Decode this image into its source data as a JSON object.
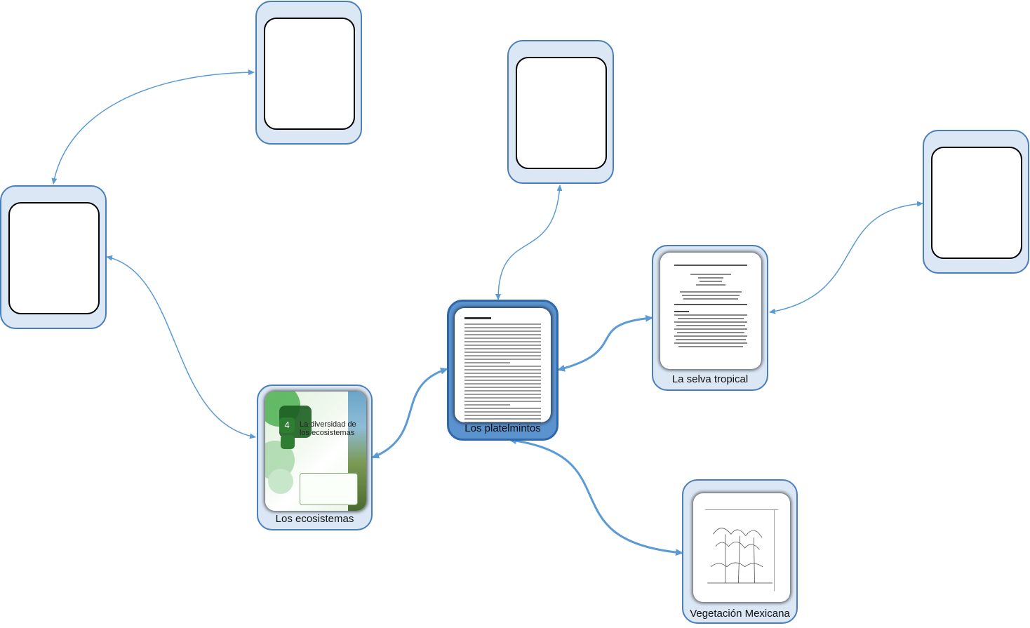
{
  "nodes": {
    "top_center_left": {
      "caption": ""
    },
    "top_center": {
      "caption": ""
    },
    "left": {
      "caption": ""
    },
    "right": {
      "caption": ""
    },
    "selva": {
      "caption": "La selva tropical"
    },
    "platelmintos": {
      "caption": "Los platelmintos"
    },
    "ecosistemas": {
      "caption": "Los ecosistemas",
      "cover_number": "4",
      "cover_title": "La diversidad de los ecosistemas"
    },
    "vegetacion": {
      "caption": "Vegetación Mexicana"
    }
  },
  "colors": {
    "node_fill": "#dbe7f5",
    "node_border": "#4a7ebb",
    "selected_fill": "#5b93cf",
    "connector": "#5b9bd5"
  }
}
